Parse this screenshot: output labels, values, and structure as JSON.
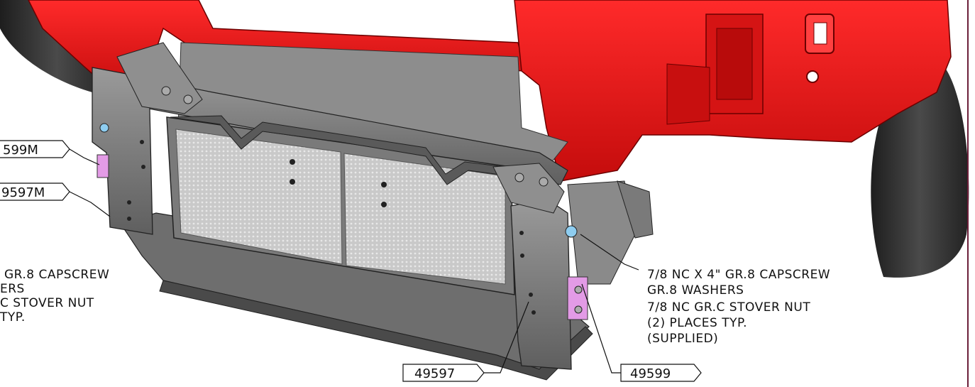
{
  "left_note": {
    "lines": [
      "GR.8 CAPSCREW",
      "ERS",
      "C STOVER NUT",
      "TYP."
    ]
  },
  "right_note": {
    "lines": [
      "7/8 NC X 4\" GR.8 CAPSCREW",
      "GR.8 WASHERS",
      "7/8 NC GR.C STOVER NUT",
      "(2) PLACES TYP.",
      "(SUPPLIED)"
    ]
  },
  "tags": {
    "left_top": "599M",
    "left_bottom": "9597M",
    "bottom_center": "49597",
    "bottom_right": "49599"
  },
  "colors": {
    "body_red": "#ee1c1c",
    "dark_red": "#8a0000",
    "bracket_gray": "#8a8a8a",
    "screen_gray": "#bdbdbd",
    "part_pink": "#e39be6",
    "tire": "#333333",
    "border": "#6b1f3a"
  }
}
